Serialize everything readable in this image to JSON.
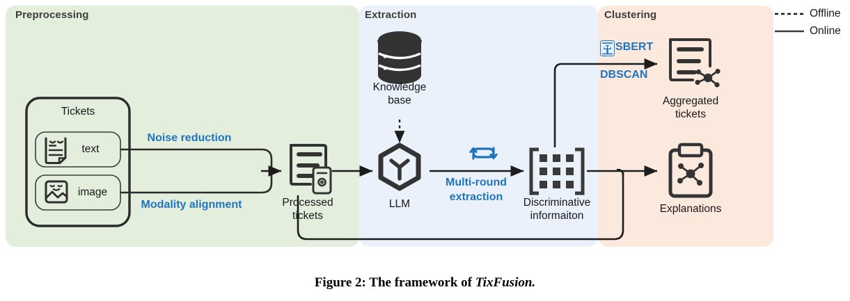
{
  "figure": {
    "caption_prefix": "Figure 2: The framework of ",
    "caption_italic": "TixFusion.",
    "caption_full": "Figure 2: The framework of TixFusion."
  },
  "colors": {
    "panel_preprocessing": "#e4eedc",
    "panel_extraction": "#eaf1fb",
    "panel_clustering": "#fbe9dd",
    "panel_title_text": "#3d3d3d",
    "accent_blue": "#1f75bd",
    "stroke_dark": "#3a3a3a",
    "label_text": "#17171a"
  },
  "panels": [
    {
      "id": "preprocessing",
      "title": "Preprocessing"
    },
    {
      "id": "extraction",
      "title": "Extraction"
    },
    {
      "id": "clustering",
      "title": "Clustering"
    }
  ],
  "legend": {
    "items": [
      {
        "label": "Offline",
        "style": "dashed"
      },
      {
        "label": "Online",
        "style": "solid"
      }
    ]
  },
  "nodes": {
    "tickets_group": {
      "label": "Tickets"
    },
    "text_item": {
      "label": "text",
      "icon": "document-smiley-icon"
    },
    "image_item": {
      "label": "image",
      "icon": "image-smiley-icon"
    },
    "processed_tickets": {
      "label_line1": "Processed",
      "label_line2": "tickets",
      "icon": "document-gear-icon"
    },
    "knowledge_base": {
      "label_line1": "Knowledge",
      "label_line2": "base",
      "icon": "database-icon"
    },
    "llm": {
      "label": "LLM",
      "icon": "hexagon-y-icon"
    },
    "discriminative": {
      "label_line1": "Discriminative",
      "label_line2": "informaiton",
      "icon": "matrix-brackets-icon"
    },
    "aggregated_tickets": {
      "label_line1": "Aggregated",
      "label_line2": "tickets",
      "icon": "document-cluster-icon"
    },
    "explanations": {
      "label": "Explanations",
      "icon": "clipboard-cluster-icon"
    }
  },
  "edge_labels": {
    "noise_reduction": "Noise reduction",
    "modality_alignment": "Modality alignment",
    "multi_round_1": "Multi-round",
    "multi_round_2": "extraction",
    "multi_round_icon": "repeat-loop-icon",
    "sbert": "SBERT",
    "sbert_icon": "bert-icon",
    "dbscan": "DBSCAN"
  }
}
